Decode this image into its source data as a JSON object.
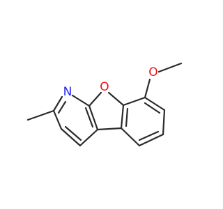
{
  "molecule": {
    "atoms": {
      "N": {
        "text": "N",
        "color": "#2222ee"
      },
      "O_ring": {
        "text": "O",
        "color": "#ee1111"
      },
      "O_methoxy": {
        "text": "O",
        "color": "#ee1111"
      }
    },
    "bond_color": "#2b2b2b",
    "background": "#ffffff"
  }
}
